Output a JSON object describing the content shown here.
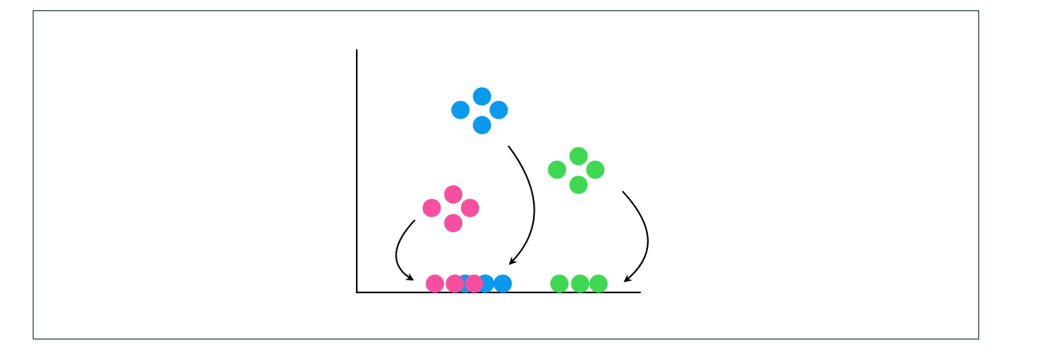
{
  "diagram": {
    "colors": {
      "pink": "#f64f9f",
      "blue": "#0a99ec",
      "green": "#3fd852",
      "axes": "#000000",
      "arrow": "#000000",
      "frame": "#0f2e2a"
    },
    "clusters": [
      {
        "name": "pink-cluster",
        "color_key": "pink",
        "count": 4
      },
      {
        "name": "blue-cluster",
        "color_key": "blue",
        "count": 4
      },
      {
        "name": "green-cluster",
        "color_key": "green",
        "count": 4
      }
    ],
    "baseline_groups": [
      {
        "name": "baseline-pink-dots",
        "color_key": "pink",
        "count": 3
      },
      {
        "name": "baseline-blue-dots",
        "color_key": "blue",
        "count": 3
      },
      {
        "name": "baseline-green-dots",
        "color_key": "green",
        "count": 3
      }
    ]
  }
}
